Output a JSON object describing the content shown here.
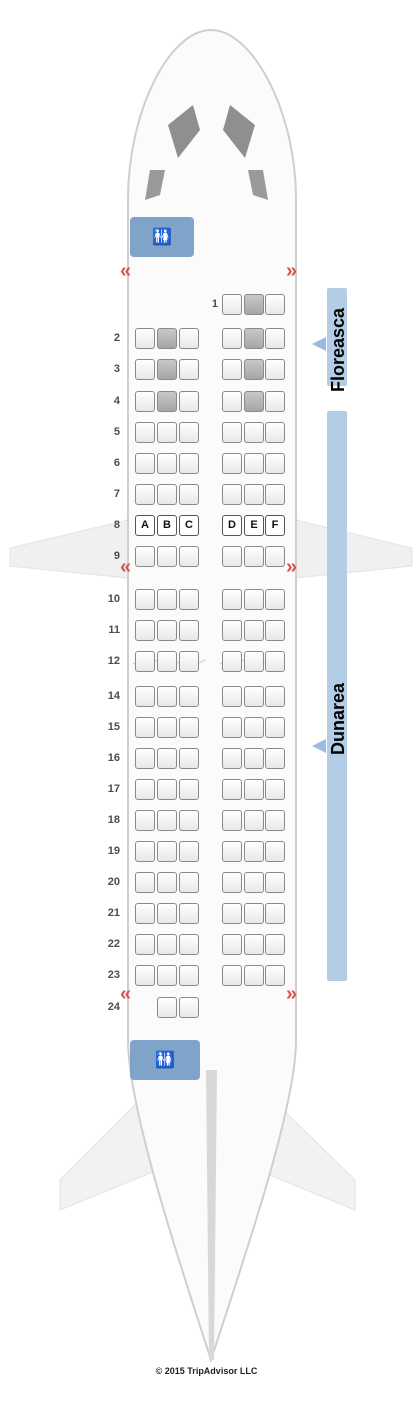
{
  "diagram": {
    "rows": [
      "1",
      "2",
      "3",
      "4",
      "5",
      "6",
      "7",
      "8",
      "9",
      "10",
      "11",
      "12",
      "14",
      "15",
      "16",
      "17",
      "18",
      "19",
      "20",
      "21",
      "22",
      "23",
      "24"
    ],
    "seat_letters_left": [
      "A",
      "B",
      "C"
    ],
    "seat_letters_right": [
      "D",
      "E",
      "F"
    ],
    "sections": [
      {
        "name": "Floreasca"
      },
      {
        "name": "Dunarea"
      }
    ],
    "footer": "© 2015 TripAdvisor LLC",
    "colors": {
      "section_bar": "#b3cde6",
      "exit_arrow": "#d9534f",
      "lavatory": "#7fa3c9"
    },
    "icons": [
      "lavatory-icon",
      "exit-arrow-icon"
    ]
  }
}
